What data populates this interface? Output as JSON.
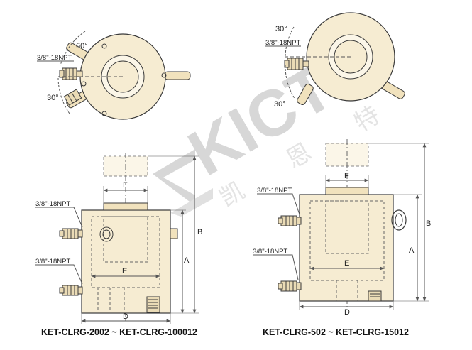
{
  "colors": {
    "body": "#f6ecd2",
    "body_light": "#fbf6e8",
    "outline": "#3a3a3a",
    "dim_line": "#555555",
    "hidden_line": "#666666",
    "watermark": "#b8b8b8",
    "watermark_text": "#cfcfcf"
  },
  "watermark": {
    "logo_text": "KICT",
    "cn_chars": [
      "凯",
      "恩",
      "特"
    ]
  },
  "left_top_view": {
    "port_label": "3/8\"-18NPT",
    "angle_top": "60°",
    "angle_bottom": "30°"
  },
  "right_top_view": {
    "port_label": "3/8\"-18NPT",
    "angle_top": "30°",
    "angle_bottom": "30°"
  },
  "left_front_view": {
    "port_label_upper": "3/8\"-18NPT",
    "port_label_lower": "3/8\"-18NPT",
    "dim_F": "F",
    "dim_E": "E",
    "dim_D": "D",
    "dim_A": "A",
    "dim_B": "B",
    "caption": "KET-CLRG-2002 ~ KET-CLRG-100012"
  },
  "right_front_view": {
    "port_label_upper": "3/8\"-18NPT",
    "port_label_lower": "3/8\"-18NPT",
    "dim_F": "F",
    "dim_E": "E",
    "dim_D": "D",
    "dim_A": "A",
    "dim_B": "B",
    "caption": "KET-CLRG-502 ~ KET-CLRG-15012"
  }
}
